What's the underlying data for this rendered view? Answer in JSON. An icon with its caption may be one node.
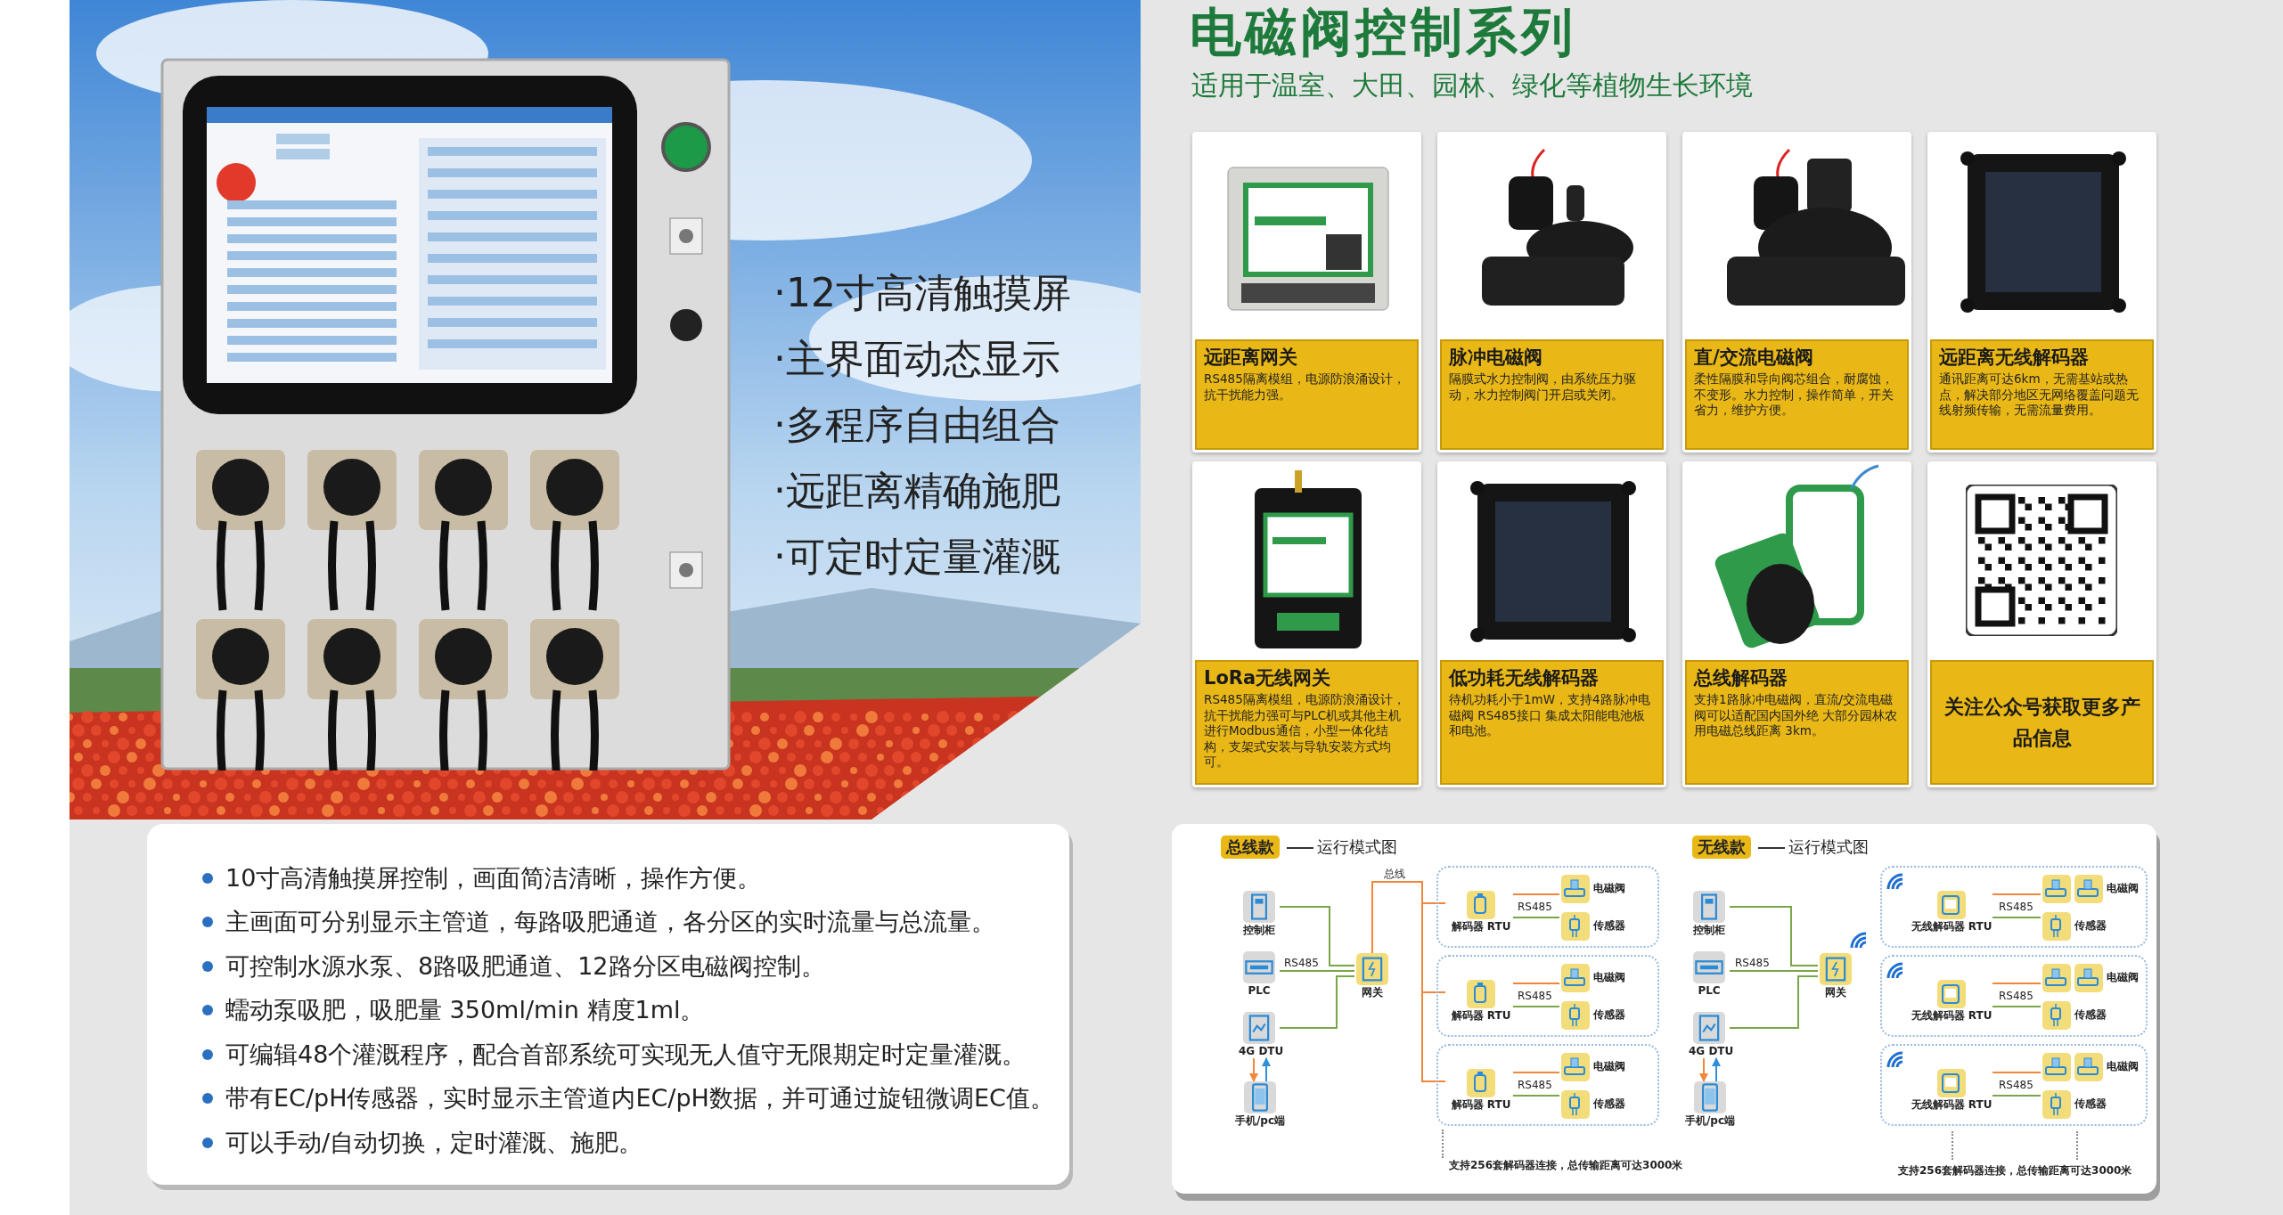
{
  "diagram": {
    "title": "电磁阀控制系列",
    "nodes": [
      {
        "text": [
          "远距离网关",
          "RS485隔离模组，电源防浪涌设计，抗干扰能力强。"
        ]
      },
      {
        "text": [
          "脉冲电磁阀",
          "隔膜式水力控制阀，由系统压力驱动，水力控制阀门开启或关闭。"
        ]
      },
      {
        "text": [
          "直/交流电磁阀",
          "柔性隔膜和导向阀芯组合，耐腐蚀，不变形。水力控制，操作简单，开关省力，维护方便。"
        ]
      },
      {
        "text": [
          "远距离无线解码器",
          "通讯距离可达6km，无需基站或热点，解决部分地区无网络覆盖问题无线射频传输，无需流量费用。"
        ]
      },
      {
        "text": [
          "LoRa无线网关",
          "RS485隔离模组，电源防浪涌设计，抗干扰能力强可与PLC机或其他主机进行Modbus通信，小型一体化结构，支架式安装与导轨安装方式均可。"
        ]
      },
      {
        "text": [
          "低功耗无线解码器",
          "待机功耗小于1mW，支持4路脉冲电磁阀 RS485接口 集成太阳能电池板和电池。"
        ]
      },
      {
        "text": [
          "总线解码器",
          "支持1路脉冲电磁阀，直流/交流电磁阀可以适配国内国外绝 大部分园林农用电磁总线距离 3km。"
        ]
      },
      {
        "text": [
          "关注公众号获取更多产品信息"
        ]
      },
      {
        "text": [
          "10寸高清触摸屏控制，画面简洁清晰，操作方便。",
          "主画面可分别显示主管道，每路吸肥通道，各分区的实时流量与总流量。",
          "可控制水源水泵、8路吸肥通道、12路分区电磁阀控制。",
          "蠕动泵吸肥，吸肥量 350ml/min 精度1ml。",
          "可编辑48个灌溉程序，配合首部系统可实现无人值守无限期定时定量灌溉。",
          "带有EC/pH传感器，实时显示主管道内EC/pH数据，并可通过旋钮微调EC值。",
          "可以手动/自动切换，定时灌溉、施肥。"
        ]
      },
      {
        "text": [],
        "shape": "box"
      },
      {
        "text": [
          "控制柜"
        ],
        "in": 9
      },
      {
        "text": [
          "PLC"
        ],
        "in": 9
      },
      {
        "text": [
          "4G DTU"
        ],
        "in": 9
      },
      {
        "text": [
          "手机/pc端"
        ],
        "in": 9
      },
      {
        "text": [
          "网关"
        ],
        "in": 9
      },
      {
        "text": [],
        "shape": "box",
        "in": 9
      },
      {
        "text": [
          "解码器 RTU"
        ],
        "in": 15
      },
      {
        "text": [
          "电磁阀"
        ],
        "in": 15
      },
      {
        "text": [
          "传感器"
        ],
        "in": 15
      },
      {
        "text": [],
        "shape": "box",
        "in": 9
      },
      {
        "text": [
          "解码器 RTU"
        ],
        "in": 19
      },
      {
        "text": [
          "电磁阀"
        ],
        "in": 19
      },
      {
        "text": [
          "传感器"
        ],
        "in": 19
      },
      {
        "text": [],
        "shape": "box",
        "in": 9
      },
      {
        "text": [
          "解码器 RTU"
        ],
        "in": 23
      },
      {
        "text": [
          "电磁阀"
        ],
        "in": 23
      },
      {
        "text": [
          "传感器"
        ],
        "in": 23
      },
      {
        "text": [
          "控制柜"
        ],
        "in": 9
      },
      {
        "text": [
          "PLC"
        ],
        "in": 9
      },
      {
        "text": [
          "4G DTU"
        ],
        "in": 9
      },
      {
        "text": [
          "手机/pc端"
        ],
        "in": 9
      },
      {
        "text": [
          "网关"
        ],
        "in": 9
      },
      {
        "text": [],
        "shape": "box",
        "in": 9
      },
      {
        "text": [
          "无线解码器 RTU"
        ],
        "in": 32
      },
      {
        "text": [
          "电磁阀"
        ],
        "in": 32
      },
      {
        "text": [
          "传感器"
        ],
        "in": 32
      },
      {
        "text": [],
        "shape": "box",
        "in": 9
      },
      {
        "text": [
          "无线解码器 RTU"
        ],
        "in": 36
      },
      {
        "text": [
          "电磁阀"
        ],
        "in": 36
      },
      {
        "text": [
          "传感器"
        ],
        "in": 36
      },
      {
        "text": [],
        "shape": "box",
        "in": 9
      },
      {
        "text": [
          "无线解码器 RTU"
        ],
        "in": 40
      },
      {
        "text": [
          "电磁阀"
        ],
        "in": 40
      },
      {
        "text": [
          "传感器"
        ],
        "in": 40
      }
    ],
    "edges": [
      {
        "from": 10,
        "to": 14,
        "arrow": "none"
      },
      {
        "from": 11,
        "to": 14,
        "arrow": "none",
        "label": "RS485"
      },
      {
        "from": 12,
        "to": 14,
        "arrow": "none"
      },
      {
        "from": 12,
        "to": 13,
        "arrow": "to",
        "color": "#f0873a"
      },
      {
        "from": 13,
        "to": 12,
        "arrow": "to",
        "color": "#2f8fd8"
      },
      {
        "from": 14,
        "to": 16,
        "arrow": "none",
        "label": "总线",
        "color": "#f0873a"
      },
      {
        "from": 14,
        "to": 20,
        "arrow": "none",
        "color": "#f0873a"
      },
      {
        "from": 14,
        "to": 24,
        "arrow": "none",
        "color": "#f0873a"
      },
      {
        "from": 16,
        "to": 17,
        "arrow": "none",
        "color": "#f0873a"
      },
      {
        "from": 16,
        "to": 18,
        "arrow": "none",
        "label": "RS485"
      },
      {
        "from": 20,
        "to": 21,
        "arrow": "none",
        "color": "#f0873a"
      },
      {
        "from": 20,
        "to": 22,
        "arrow": "none",
        "label": "RS485"
      },
      {
        "from": 24,
        "to": 25,
        "arrow": "none",
        "color": "#f0873a"
      },
      {
        "from": 24,
        "to": 26,
        "arrow": "none",
        "label": "RS485"
      },
      {
        "from": 27,
        "to": 31,
        "arrow": "none"
      },
      {
        "from": 28,
        "to": 31,
        "arrow": "none",
        "label": "RS485"
      },
      {
        "from": 29,
        "to": 31,
        "arrow": "none"
      },
      {
        "from": 29,
        "to": 30,
        "arrow": "to",
        "color": "#f0873a"
      },
      {
        "from": 30,
        "to": 29,
        "arrow": "to",
        "color": "#2f8fd8"
      },
      {
        "from": 33,
        "to": 34,
        "arrow": "none",
        "color": "#f0873a"
      },
      {
        "from": 33,
        "to": 35,
        "arrow": "none",
        "label": "RS485"
      },
      {
        "from": 37,
        "to": 38,
        "arrow": "none",
        "color": "#f0873a"
      },
      {
        "from": 37,
        "to": 39,
        "arrow": "none",
        "label": "RS485"
      },
      {
        "from": 41,
        "to": 42,
        "arrow": "none",
        "color": "#f0873a"
      },
      {
        "from": 41,
        "to": 43,
        "arrow": "none",
        "label": "RS485"
      }
    ],
    "labels": [
      "适用于温室、大田、园林、绿化等植物生长环境",
      "·12寸高清触摸屏",
      "·主界面动态显示",
      "·多程序自由组合",
      "·远距离精确施肥",
      "·可定时定量灌溉",
      "总线款",
      "运行模式图",
      "支持256套解码器连接，总传输距离可达3000米",
      "无线款",
      "运行模式图",
      "支持256套解码器连接，总传输距离可达3000米"
    ]
  }
}
